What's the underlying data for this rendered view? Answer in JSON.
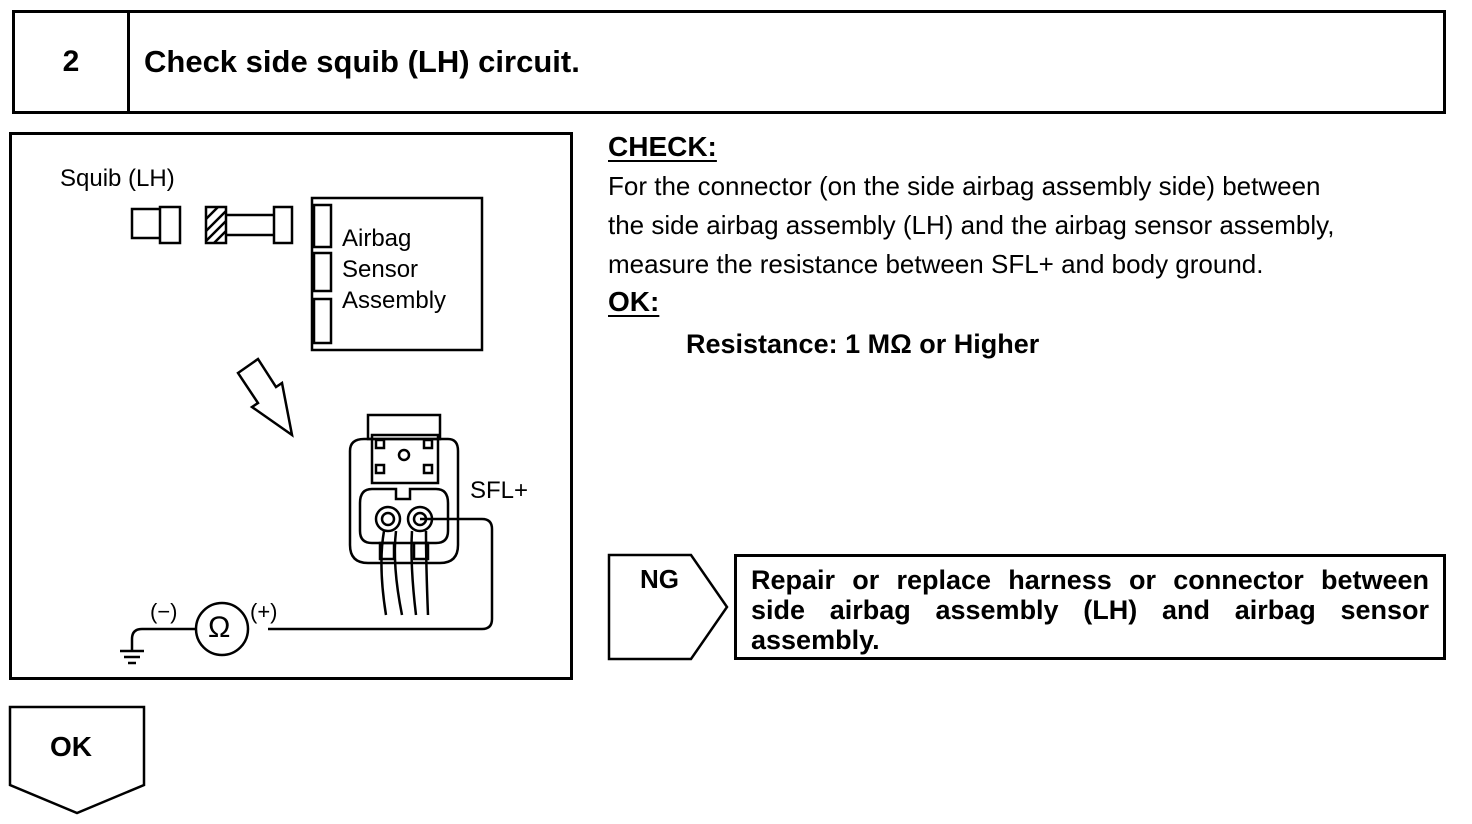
{
  "step": {
    "number": "2",
    "title": "Check side squib (LH) circuit."
  },
  "figure": {
    "squib_label": "Squib (LH)",
    "ecu_label_1": "Airbag",
    "ecu_label_2": "Sensor",
    "ecu_label_3": "Assembly",
    "terminal_label": "SFL+",
    "meter_minus": "(−)",
    "meter_plus": "(+)",
    "meter_symbol": "Ω"
  },
  "check": {
    "heading": "CHECK:",
    "lines": [
      "For the connector (on the side airbag assembly side) between",
      "the side airbag assembly (LH) and the airbag sensor assembly,",
      "measure the resistance between SFL+ and body ground."
    ]
  },
  "ok": {
    "heading": "OK:",
    "spec": "Resistance: 1 MΩ or Higher"
  },
  "ng": {
    "label": "NG",
    "action": "Repair or replace harness or connector between side airbag assembly (LH) and airbag sensor assembly."
  },
  "ok_branch": {
    "label": "OK"
  }
}
